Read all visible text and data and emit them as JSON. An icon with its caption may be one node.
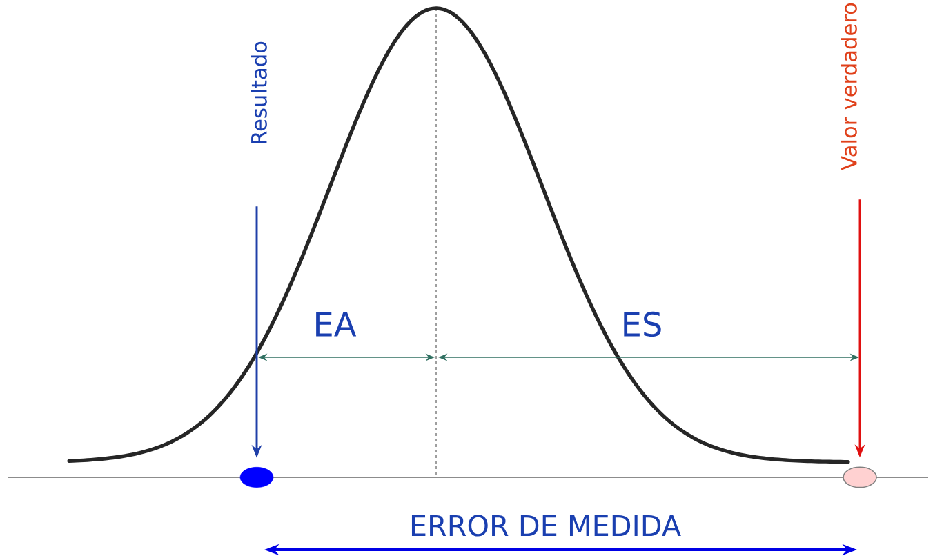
{
  "diagram": {
    "nodes": [
      {
        "text": [
          "Resultado"
        ]
      },
      {
        "text": [
          "Valor verdadero"
        ]
      },
      {
        "text": [],
        "shape": "circle"
      },
      {
        "text": [],
        "shape": "circle"
      }
    ],
    "edges": [
      {
        "from": 0,
        "to": 2,
        "arrow": "to",
        "color": "#1f3fa8"
      },
      {
        "from": 1,
        "to": 3,
        "arrow": "to",
        "color": "#e01010"
      }
    ],
    "labels": [
      "EA",
      "ES",
      "ERROR DE MEDIDA"
    ]
  }
}
